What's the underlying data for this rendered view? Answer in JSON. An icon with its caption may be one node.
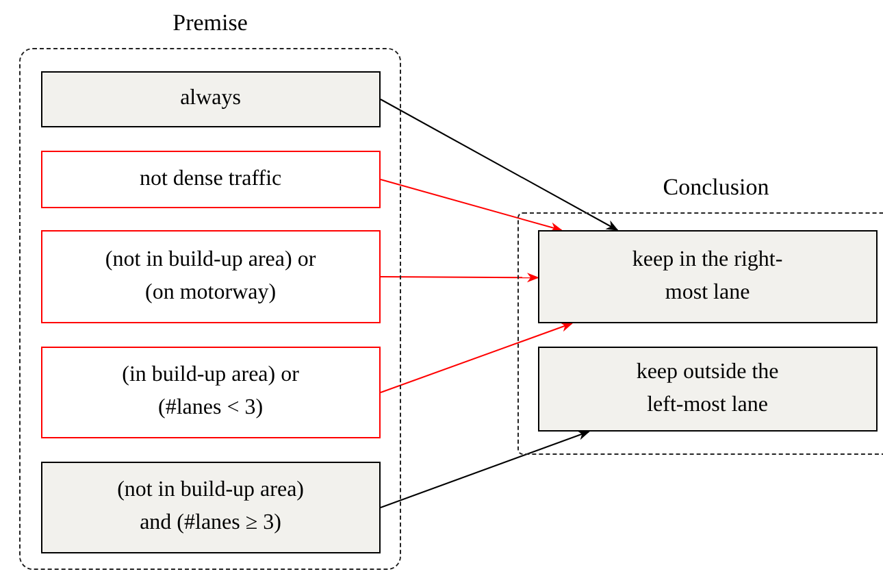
{
  "diagram": {
    "nodes": [
      {
        "text": [
          "Premise"
        ]
      },
      {
        "text": [
          "always"
        ],
        "in": 0
      },
      {
        "text": [
          "not dense traffic"
        ],
        "in": 0
      },
      {
        "text": [
          "(not in build-up area) or (on motorway)"
        ],
        "in": 0
      },
      {
        "text": [
          "(in build-up area) or (#lanes < 3)"
        ],
        "in": 0
      },
      {
        "text": [
          "(not in build-up area) and (#lanes ≥ 3)"
        ],
        "in": 0
      },
      {
        "text": [
          "Conclusion"
        ]
      },
      {
        "text": [
          "keep in the right-most lane"
        ],
        "in": 6
      },
      {
        "text": [
          "keep outside the left-most lane"
        ],
        "in": 6
      }
    ],
    "edges": [
      {
        "from": 1,
        "to": 7,
        "arrow": "to",
        "color": "#000000"
      },
      {
        "from": 2,
        "to": 7,
        "arrow": "to"
      },
      {
        "from": 3,
        "to": 7,
        "arrow": "to"
      },
      {
        "from": 4,
        "to": 7,
        "arrow": "to"
      },
      {
        "from": 5,
        "to": 8,
        "arrow": "to",
        "color": "#000000"
      }
    ]
  }
}
